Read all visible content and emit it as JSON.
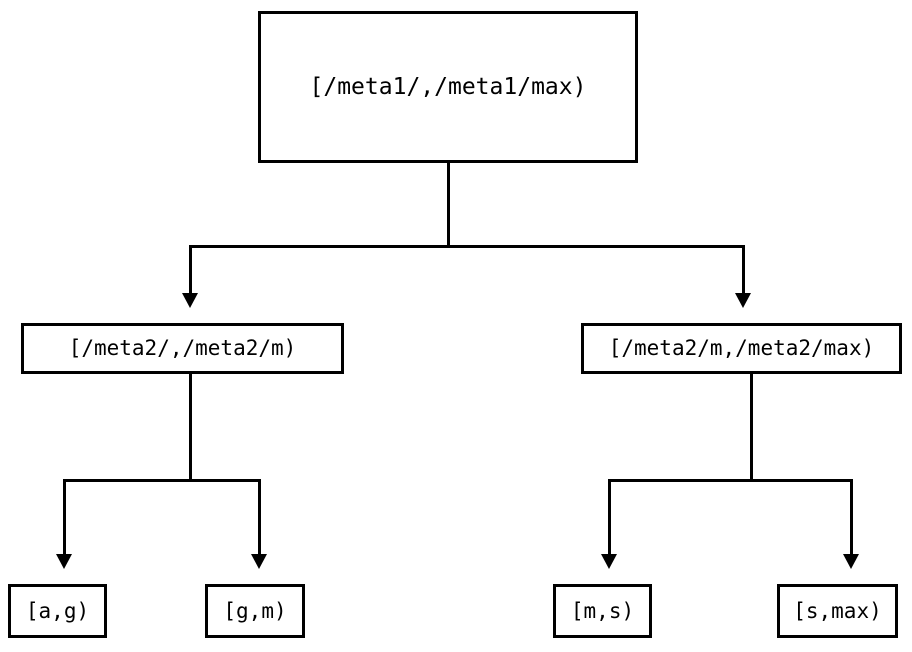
{
  "diagram": {
    "type": "tree",
    "orientation": "top-down",
    "stroke_color": "#000000",
    "background_color": "#ffffff",
    "nodes": {
      "root": {
        "label": "[/meta1/,/meta1/max)"
      },
      "mid_left": {
        "label": "[/meta2/,/meta2/m)"
      },
      "mid_right": {
        "label": "[/meta2/m,/meta2/max)"
      },
      "leaf_1": {
        "label": "[a,g)"
      },
      "leaf_2": {
        "label": "[g,m)"
      },
      "leaf_3": {
        "label": "[m,s)"
      },
      "leaf_4": {
        "label": "[s,max)"
      }
    },
    "edges": [
      {
        "from": "root",
        "to": "mid_left"
      },
      {
        "from": "root",
        "to": "mid_right"
      },
      {
        "from": "mid_left",
        "to": "leaf_1"
      },
      {
        "from": "mid_left",
        "to": "leaf_2"
      },
      {
        "from": "mid_right",
        "to": "leaf_3"
      },
      {
        "from": "mid_right",
        "to": "leaf_4"
      }
    ]
  }
}
